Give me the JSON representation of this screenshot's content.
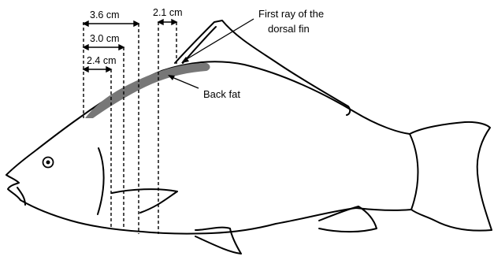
{
  "measurements": [
    {
      "label": "3.6 cm"
    },
    {
      "label": "3.0 cm"
    },
    {
      "label": "2.4 cm"
    },
    {
      "label": "2.1 cm"
    }
  ],
  "callouts": {
    "dorsal_fin_line1": "First ray of the",
    "dorsal_fin_line2": "dorsal fin",
    "back_fat": "Back fat"
  },
  "colors": {
    "outline": "#000000",
    "back_fat": "#777777",
    "background": "#ffffff"
  }
}
